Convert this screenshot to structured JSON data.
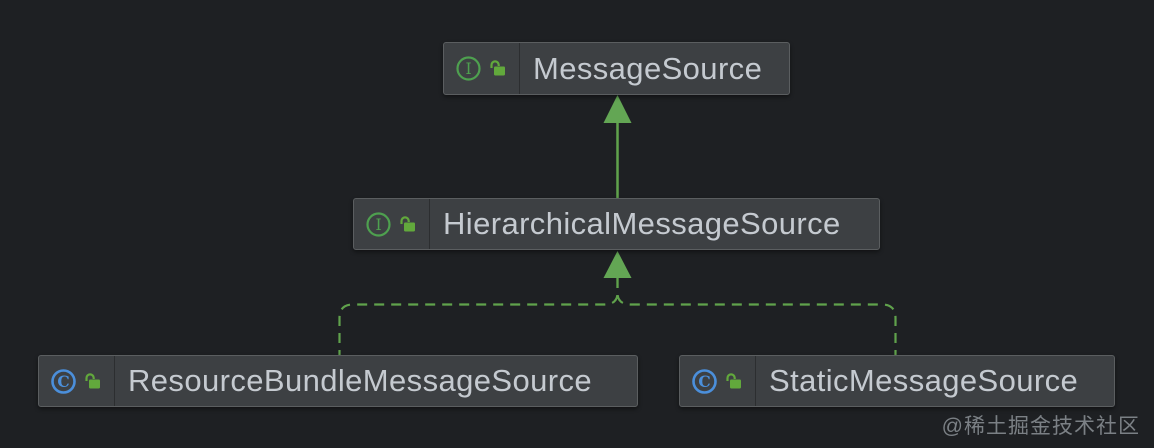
{
  "diagram": {
    "type": "uml-class-diagram",
    "nodes": [
      {
        "name": "MessageSource",
        "kind": "interface",
        "visibility": "public"
      },
      {
        "name": "HierarchicalMessageSource",
        "kind": "interface",
        "visibility": "public"
      },
      {
        "name": "ResourceBundleMessageSource",
        "kind": "class",
        "visibility": "public"
      },
      {
        "name": "StaticMessageSource",
        "kind": "class",
        "visibility": "public"
      }
    ],
    "edges": [
      {
        "from": "HierarchicalMessageSource",
        "to": "MessageSource",
        "relation": "extends",
        "line": "solid"
      },
      {
        "from": "ResourceBundleMessageSource",
        "to": "HierarchicalMessageSource",
        "relation": "implements",
        "line": "dashed"
      },
      {
        "from": "StaticMessageSource",
        "to": "HierarchicalMessageSource",
        "relation": "implements",
        "line": "dashed"
      }
    ],
    "icon_letters": {
      "interface": "I",
      "class": "C"
    },
    "colors": {
      "background": "#1e2023",
      "node_background": "#3d4043",
      "node_border": "#5b5e60",
      "node_text": "#c5cad0",
      "edge_green": "#60a24c",
      "interface_icon_green": "#4ea04f",
      "class_icon_blue": "#4b8fdb",
      "lock_icon_green": "#62a93c"
    }
  },
  "watermark": {
    "text": "@稀土掘金技术社区"
  }
}
